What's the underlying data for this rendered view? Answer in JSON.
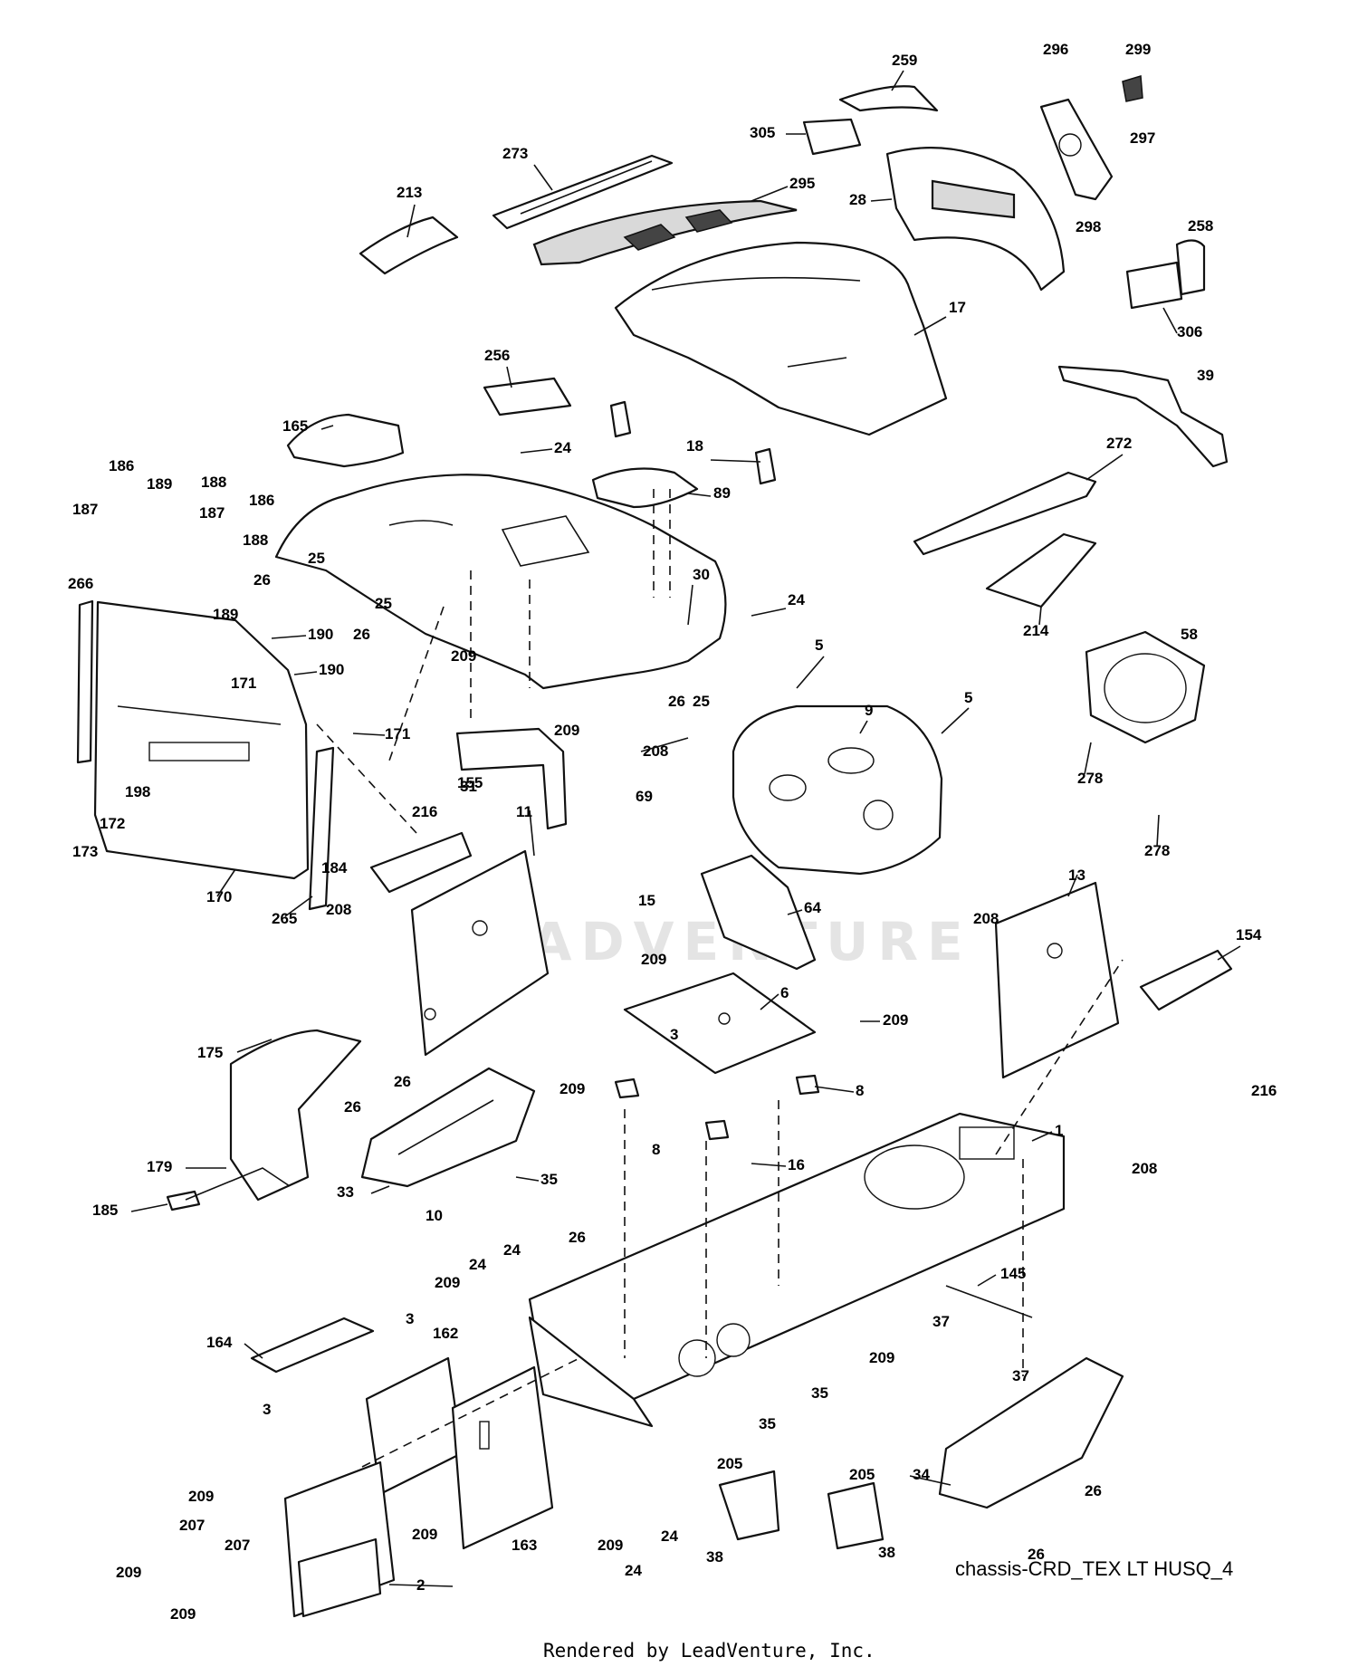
{
  "diagram": {
    "drawing_id": "chassis-CRD_TEX LT HUSQ_4",
    "rendered_by": "Rendered by LeadVenture, Inc.",
    "watermark": "LEADVENTURE",
    "callouts": [
      {
        "id": "c259",
        "label": "259"
      },
      {
        "id": "c296",
        "label": "296"
      },
      {
        "id": "c299",
        "label": "299"
      },
      {
        "id": "c297",
        "label": "297"
      },
      {
        "id": "c305",
        "label": "305"
      },
      {
        "id": "c273",
        "label": "273"
      },
      {
        "id": "c295",
        "label": "295"
      },
      {
        "id": "c28",
        "label": "28"
      },
      {
        "id": "c298",
        "label": "298"
      },
      {
        "id": "c213",
        "label": "213"
      },
      {
        "id": "c258",
        "label": "258"
      },
      {
        "id": "c17",
        "label": "17"
      },
      {
        "id": "c306",
        "label": "306"
      },
      {
        "id": "c39",
        "label": "39"
      },
      {
        "id": "c256",
        "label": "256"
      },
      {
        "id": "c165",
        "label": "165"
      },
      {
        "id": "c24a",
        "label": "24"
      },
      {
        "id": "c18",
        "label": "18"
      },
      {
        "id": "c272",
        "label": "272"
      },
      {
        "id": "c186a",
        "label": "186"
      },
      {
        "id": "c189a",
        "label": "189"
      },
      {
        "id": "c188a",
        "label": "188"
      },
      {
        "id": "c187a",
        "label": "187"
      },
      {
        "id": "c186b",
        "label": "186"
      },
      {
        "id": "c187b",
        "label": "187"
      },
      {
        "id": "c188b",
        "label": "188"
      },
      {
        "id": "c89",
        "label": "89"
      },
      {
        "id": "c266",
        "label": "266"
      },
      {
        "id": "c25a",
        "label": "25"
      },
      {
        "id": "c189b",
        "label": "189"
      },
      {
        "id": "c26a",
        "label": "26"
      },
      {
        "id": "c25b",
        "label": "25"
      },
      {
        "id": "c26b",
        "label": "26"
      },
      {
        "id": "c30",
        "label": "30"
      },
      {
        "id": "c24b",
        "label": "24"
      },
      {
        "id": "c214",
        "label": "214"
      },
      {
        "id": "c190a",
        "label": "190"
      },
      {
        "id": "c58",
        "label": "58"
      },
      {
        "id": "c190b",
        "label": "190"
      },
      {
        "id": "c209a",
        "label": "209"
      },
      {
        "id": "c5a",
        "label": "5"
      },
      {
        "id": "c26c",
        "label": "26"
      },
      {
        "id": "c25c",
        "label": "25"
      },
      {
        "id": "c171a",
        "label": "171"
      },
      {
        "id": "c171b",
        "label": "171"
      },
      {
        "id": "c5b",
        "label": "5"
      },
      {
        "id": "c9",
        "label": "9"
      },
      {
        "id": "c209b",
        "label": "209"
      },
      {
        "id": "c208a",
        "label": "208"
      },
      {
        "id": "c69",
        "label": "69"
      },
      {
        "id": "c31",
        "label": "31"
      },
      {
        "id": "c278a",
        "label": "278"
      },
      {
        "id": "c198",
        "label": "198"
      },
      {
        "id": "c172",
        "label": "172"
      },
      {
        "id": "c216a",
        "label": "216"
      },
      {
        "id": "c155",
        "label": "155"
      },
      {
        "id": "c278b",
        "label": "278"
      },
      {
        "id": "c173",
        "label": "173"
      },
      {
        "id": "c11",
        "label": "11"
      },
      {
        "id": "c184",
        "label": "184"
      },
      {
        "id": "c13",
        "label": "13"
      },
      {
        "id": "c170",
        "label": "170"
      },
      {
        "id": "c265",
        "label": "265"
      },
      {
        "id": "c208b",
        "label": "208"
      },
      {
        "id": "c15",
        "label": "15"
      },
      {
        "id": "c64",
        "label": "64"
      },
      {
        "id": "c208c",
        "label": "208"
      },
      {
        "id": "c154",
        "label": "154"
      },
      {
        "id": "c209c",
        "label": "209"
      },
      {
        "id": "c6",
        "label": "6"
      },
      {
        "id": "c209d",
        "label": "209"
      },
      {
        "id": "c3a",
        "label": "3"
      },
      {
        "id": "c175",
        "label": "175"
      },
      {
        "id": "c216b",
        "label": "216"
      },
      {
        "id": "c26d",
        "label": "26"
      },
      {
        "id": "c209e",
        "label": "209"
      },
      {
        "id": "c8a",
        "label": "8"
      },
      {
        "id": "c26e",
        "label": "26"
      },
      {
        "id": "c8b",
        "label": "8"
      },
      {
        "id": "c1",
        "label": "1"
      },
      {
        "id": "c16",
        "label": "16"
      },
      {
        "id": "c179",
        "label": "179"
      },
      {
        "id": "c35a",
        "label": "35"
      },
      {
        "id": "c208d",
        "label": "208"
      },
      {
        "id": "c33",
        "label": "33"
      },
      {
        "id": "c185",
        "label": "185"
      },
      {
        "id": "c10",
        "label": "10"
      },
      {
        "id": "c26f",
        "label": "26"
      },
      {
        "id": "c24c",
        "label": "24"
      },
      {
        "id": "c24d",
        "label": "24"
      },
      {
        "id": "c209f",
        "label": "209"
      },
      {
        "id": "c145",
        "label": "145"
      },
      {
        "id": "c37a",
        "label": "37"
      },
      {
        "id": "c164",
        "label": "164"
      },
      {
        "id": "c3b",
        "label": "3"
      },
      {
        "id": "c162",
        "label": "162"
      },
      {
        "id": "c209g",
        "label": "209"
      },
      {
        "id": "c37b",
        "label": "37"
      },
      {
        "id": "c3c",
        "label": "3"
      },
      {
        "id": "c35b",
        "label": "35"
      },
      {
        "id": "c35c",
        "label": "35"
      },
      {
        "id": "c34",
        "label": "34"
      },
      {
        "id": "c26g",
        "label": "26"
      },
      {
        "id": "c205a",
        "label": "205"
      },
      {
        "id": "c205b",
        "label": "205"
      },
      {
        "id": "c209h",
        "label": "209"
      },
      {
        "id": "c207a",
        "label": "207"
      },
      {
        "id": "c209i",
        "label": "209"
      },
      {
        "id": "c163",
        "label": "163"
      },
      {
        "id": "c209j",
        "label": "209"
      },
      {
        "id": "c24e",
        "label": "24"
      },
      {
        "id": "c24f",
        "label": "24"
      },
      {
        "id": "c38a",
        "label": "38"
      },
      {
        "id": "c26h",
        "label": "26"
      },
      {
        "id": "c207b",
        "label": "207"
      },
      {
        "id": "c209k",
        "label": "209"
      },
      {
        "id": "c38b",
        "label": "38"
      },
      {
        "id": "c2",
        "label": "2"
      },
      {
        "id": "c209l",
        "label": "209"
      }
    ]
  }
}
